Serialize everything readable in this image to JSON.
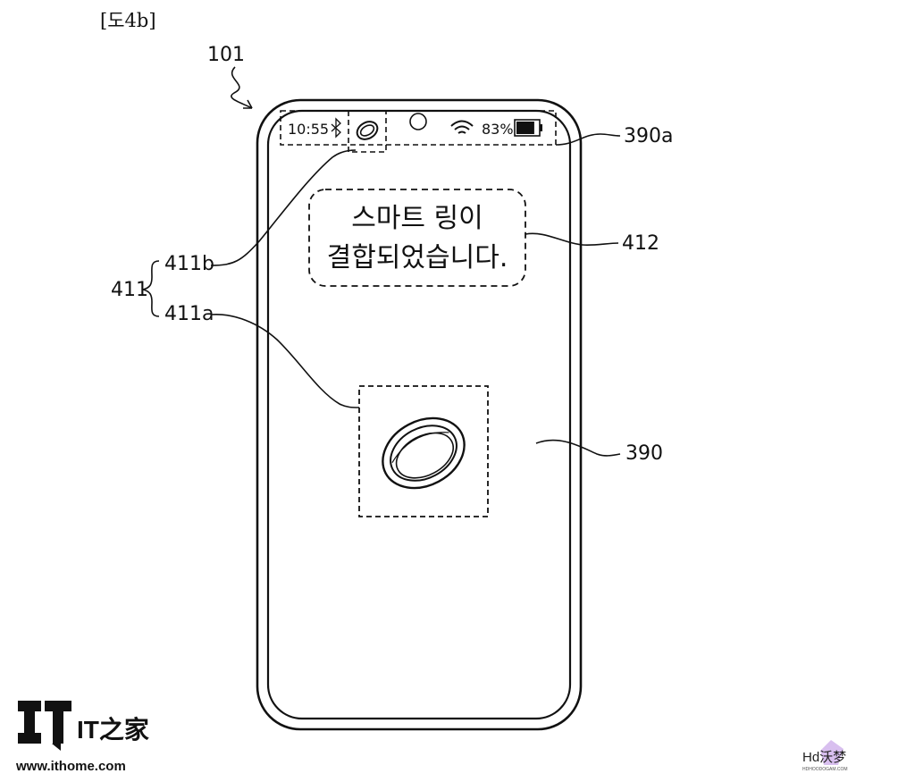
{
  "figure_label": "[도4b]",
  "labels": {
    "device": "101",
    "status_bar": "390a",
    "group": "411",
    "status_icon": "411b",
    "ring_image": "411a",
    "message": "412",
    "screen": "390"
  },
  "status_bar": {
    "time": "10:55",
    "battery_percent": "83%",
    "battery_level": 0.83,
    "icons": [
      "bluetooth-icon",
      "ring-icon",
      "camera-hole",
      "wifi-icon",
      "battery-icon"
    ]
  },
  "message": {
    "line1": "스마트 링이",
    "line2": "결합되었습니다."
  },
  "watermarks": {
    "ithome_logo": "IT之家",
    "ithome_url": "www.ithome.com",
    "hd_logo": "Hd沃梦",
    "hd_sub": "HDHOODOGAM.COM"
  }
}
